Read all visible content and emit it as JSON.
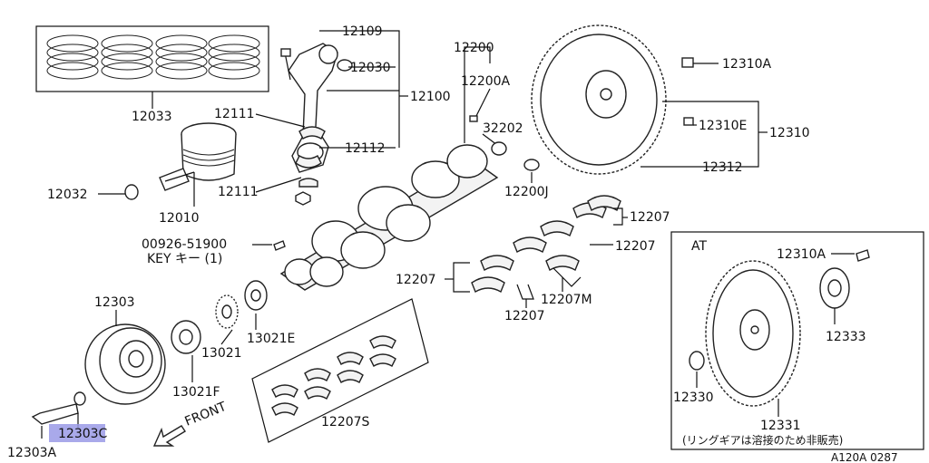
{
  "diagram": {
    "labels": {
      "p12033": "12033",
      "p12109": "12109",
      "p12030": "12030",
      "p12100": "12100",
      "p12111a": "12111",
      "p12111b": "12111",
      "p12112": "12112",
      "p12032": "12032",
      "p12010": "12010",
      "p12200": "12200",
      "p12200A": "12200A",
      "p32202": "32202",
      "p12200J": "12200J",
      "p00926": "00926-51900",
      "key": "KEY キー (1)",
      "p12310A": "12310A",
      "p12310E": "12310E",
      "p12310": "12310",
      "p12312": "12312",
      "p12207a": "12207",
      "p12207b": "12207",
      "p12207c": "12207",
      "p12207d": "12207",
      "p12207M": "12207M",
      "p12207S": "12207S",
      "p12303": "12303",
      "p13021": "13021",
      "p13021E": "13021E",
      "p13021F": "13021F",
      "p12303C": "12303C",
      "p12303A": "12303A",
      "front": "FRONT",
      "at": "AT",
      "at12310A": "12310A",
      "at12333": "12333",
      "at12330": "12330",
      "at12331": "12331",
      "note": "(リングギアは溶接のため非販売)",
      "code": "A120A 0287"
    },
    "highlight": {
      "part": "12303C",
      "color": "#9a9ae6"
    }
  }
}
